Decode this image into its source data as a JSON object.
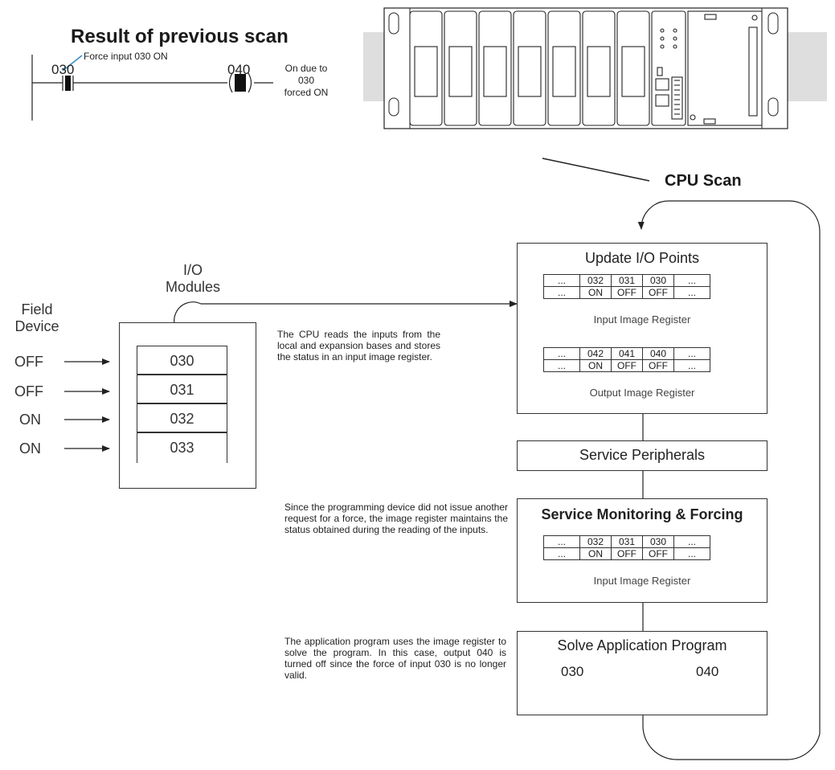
{
  "prev_scan": {
    "title": "Result of previous scan",
    "force_note": "Force input 030 ON",
    "contact_label": "030",
    "coil_label": "040",
    "note": [
      "On due to",
      "030",
      "forced ON"
    ]
  },
  "cpu_scan_label": "CPU Scan",
  "field_device": {
    "title": [
      "Field",
      "Device"
    ],
    "states": [
      "OFF",
      "OFF",
      "ON",
      "ON"
    ]
  },
  "io_modules": {
    "title": [
      "I/O",
      "Modules"
    ],
    "addresses": [
      "030",
      "031",
      "032",
      "033"
    ]
  },
  "descriptions": {
    "read_inputs": "The CPU reads the inputs from the local and expansion bases and stores the status in an input image register.",
    "no_force": "Since the programming device did not issue another request for a force, the image register maintains the status obtained during the reading of the inputs.",
    "solve": "The application program uses the image register to solve the program. In this case, output 040 is turned off since the force of input 030 is no longer valid."
  },
  "update_io": {
    "title": "Update I/O Points",
    "input_register": {
      "header": [
        "...",
        "032",
        "031",
        "030",
        "..."
      ],
      "values": [
        "...",
        "ON",
        "OFF",
        "OFF",
        "..."
      ],
      "caption": "Input Image Register"
    },
    "output_register": {
      "header": [
        "...",
        "042",
        "041",
        "040",
        "..."
      ],
      "values": [
        "...",
        "ON",
        "OFF",
        "OFF",
        "..."
      ],
      "caption": "Output Image Register"
    }
  },
  "service_peripherals": {
    "title": "Service Peripherals"
  },
  "monitoring": {
    "title": "Service Monitoring & Forcing",
    "register": {
      "header": [
        "...",
        "032",
        "031",
        "030",
        "..."
      ],
      "values": [
        "...",
        "ON",
        "OFF",
        "OFF",
        "..."
      ],
      "caption": "Input Image Register"
    }
  },
  "solve_program": {
    "title": "Solve Application Program",
    "contact_label": "030",
    "coil_label": "040"
  }
}
